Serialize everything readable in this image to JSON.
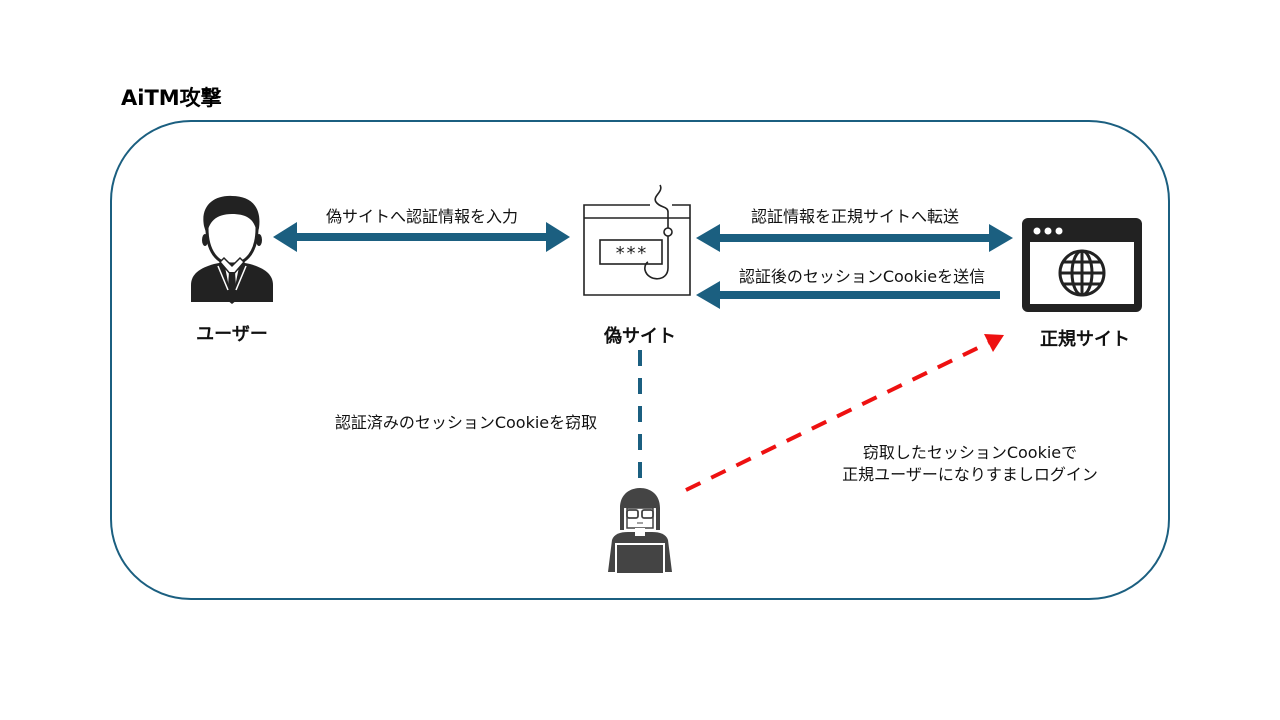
{
  "title": "AiTM攻撃",
  "colors": {
    "frame": "#1b5f80",
    "arrow": "#1b5f80",
    "attack_arrow": "#ee1111",
    "icon_dark": "#222222",
    "hacker_icon": "#444444"
  },
  "nodes": {
    "user": {
      "label": "ユーザー",
      "icon": "businessman-icon"
    },
    "fake_site": {
      "label": "偽サイト",
      "icon": "phishing-hook-password-icon"
    },
    "legit_site": {
      "label": "正規サイト",
      "icon": "browser-globe-icon"
    },
    "attacker": {
      "label": "",
      "icon": "hacker-laptop-icon"
    }
  },
  "edges": [
    {
      "id": "user-fake",
      "from": "user",
      "to": "fake_site",
      "direction": "both",
      "label": "偽サイトへ認証情報を入力"
    },
    {
      "id": "fake-legit-forward",
      "from": "fake_site",
      "to": "legit_site",
      "direction": "both",
      "label": "認証情報を正規サイトへ転送"
    },
    {
      "id": "legit-fake-cookie",
      "from": "legit_site",
      "to": "fake_site",
      "direction": "forward",
      "label": "認証後のセッションCookieを送信"
    },
    {
      "id": "fake-attacker",
      "from": "fake_site",
      "to": "attacker",
      "direction": "none",
      "style": "dashed",
      "label": "認証済みのセッションCookieを窃取"
    },
    {
      "id": "attacker-legit",
      "from": "attacker",
      "to": "legit_site",
      "direction": "forward",
      "style": "dashed",
      "label_lines": [
        "窃取したセッションCookieで",
        "正規ユーザーになりすましログイン"
      ]
    }
  ]
}
